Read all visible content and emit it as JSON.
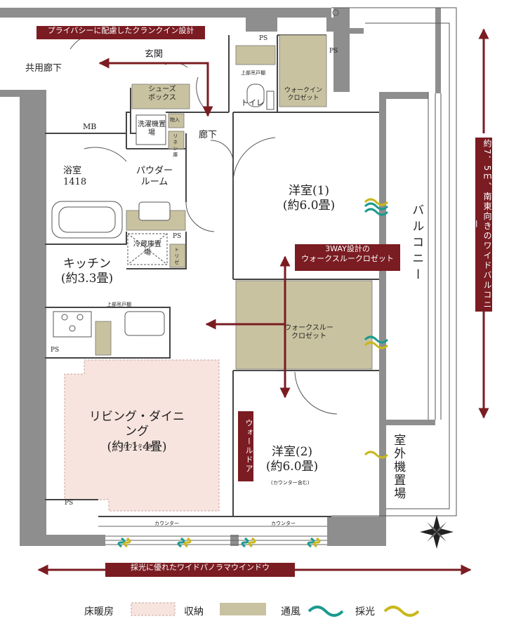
{
  "banners": {
    "crank_in": "プライバシーに配慮したクランクイン設計",
    "three_way": "3WAY設計の\nウォークスルークロゼット",
    "balcony": "約7．5ｍ、南東向きのワイドバルコニー",
    "wall_door": "ウォールドア",
    "panorama": "採光に優れたワイドパノラマウインドウ"
  },
  "rooms": {
    "common_corridor": "共用廊下",
    "entrance": "玄関",
    "shoes_box": "シューズボックス",
    "mb": "MB",
    "laundry": "洗濯機置場",
    "storage": "物入",
    "linen": "リネン庫",
    "corridor": "廊下",
    "toilet": "トイレ",
    "upper_cabinet_toilet": "上部吊戸棚",
    "wic": "ウォークインクロゼット",
    "bath": "浴室\n1418",
    "powder": "パウダー\nルーム",
    "western1": "洋室(1)\n(約6.0畳)",
    "fridge": "冷蔵庫置場",
    "trash": "トリゼ",
    "kitchen": "キッチン\n(約3.3畳)",
    "upper_cabinet_kitchen": "上部吊戸棚",
    "walkthrough": "ウォークスルー\nクロゼット",
    "balcony": "バルコニー",
    "living": "リビング・ダイニング\n(約11.4畳)",
    "living_note": "(カウンター含む)",
    "western2": "洋室(2)\n(約6.0畳)",
    "western2_note": "(カウンター含む)",
    "outdoor_unit": "室外機置場",
    "counter1": "カウンター",
    "counter2": "カウンター",
    "ps": [
      "PS",
      "PS",
      "PS",
      "PS",
      "PS"
    ]
  },
  "legend": {
    "floor_heating": "床暖房",
    "storage": "収納",
    "ventilation": "通風",
    "daylight": "採光"
  },
  "colors": {
    "wall": "#8e8e8e",
    "storage": "#c9c2a0",
    "floor_heating": "#f7e4de",
    "banner": "#7a1c22",
    "wind": "#1b9a8e",
    "light": "#c8b81a"
  }
}
